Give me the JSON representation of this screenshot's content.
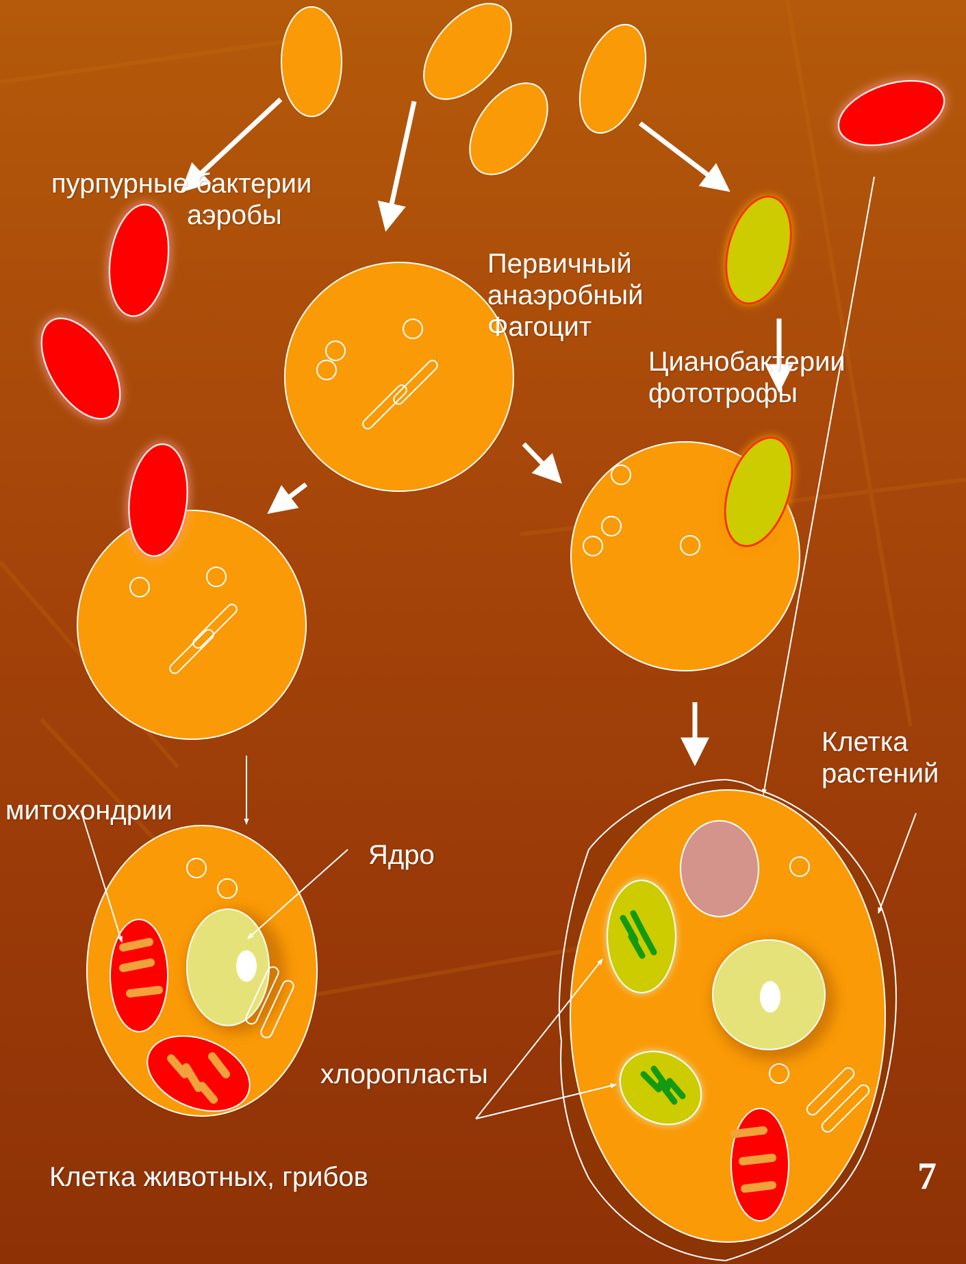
{
  "labels": {
    "purple_bacteria": [
      "пурпурные бактерии",
      "аэробы"
    ],
    "primary_phagocyte": [
      "Первичный",
      "анаэробный",
      "Фагоцит"
    ],
    "cyanobacteria": [
      "Цианобактерии",
      "фототрофы"
    ],
    "mitochondria": "митохондрии",
    "nucleus": "Ядро",
    "plant_cell": [
      "Клетка",
      "растений"
    ],
    "chloroplasts": "хлоропласты",
    "animal_cell": "Клетка животных, грибов"
  },
  "page_number": "7",
  "colors": {
    "background": "#a8480a",
    "cell_orange": "#fa9a06",
    "aerobe_red": "#ff0000",
    "cyanobacteria_yellow": "#cccc00",
    "nucleus_light": "#e6e27a",
    "vacuole_pink": "#d4948c",
    "thylakoid_green": "#129a12",
    "outline_white": "#ffffff"
  }
}
